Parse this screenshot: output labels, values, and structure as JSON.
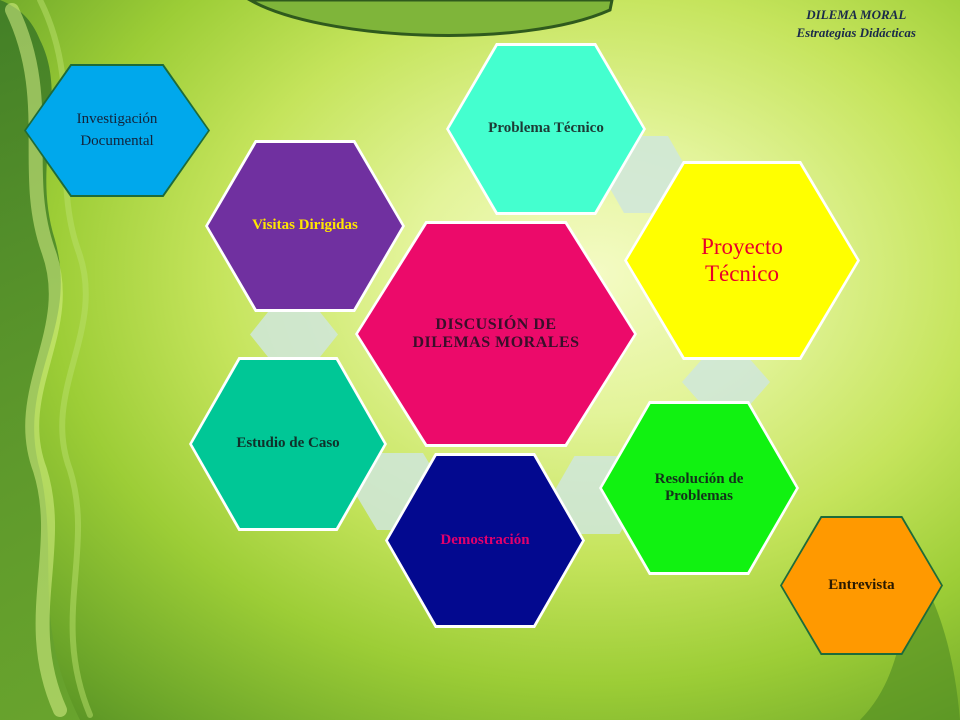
{
  "header": {
    "line1": "DILEMA MORAL",
    "line2": "Estrategias Didácticas"
  },
  "center": {
    "label": "DISCUSIÓN DE DILEMAS MORALES",
    "color": "#ec0a6a",
    "text_color": "#3a0f2a"
  },
  "satellites": [
    {
      "id": "problema-tecnico",
      "label": "Problema Técnico",
      "color": "#44ffcf",
      "text_color": "#1d3a35"
    },
    {
      "id": "proyecto-tecnico",
      "label": "Proyecto Técnico",
      "color": "#ffff00",
      "text_color": "#e8002a"
    },
    {
      "id": "resolucion-problemas",
      "label": "Resolución de Problemas",
      "color": "#11f211",
      "text_color": "#13331a"
    },
    {
      "id": "demostracion",
      "label": "Demostración",
      "color": "#03098f",
      "text_color": "#e2006c"
    },
    {
      "id": "estudio-caso",
      "label": "Estudio de Caso",
      "color": "#00c796",
      "text_color": "#10302a"
    },
    {
      "id": "visitas-dirigidas",
      "label": "Visitas Dirigidas",
      "color": "#7030a0",
      "text_color": "#ffe600"
    }
  ],
  "extras": [
    {
      "id": "investigacion-documental",
      "label": "Investigación Documental",
      "color": "#00a8ec",
      "border": "#1d6b3a",
      "text_color": "#13233a"
    },
    {
      "id": "entrevista",
      "label": "Entrevista",
      "color": "#ff9900",
      "border": "#1d6b3a",
      "text_color": "#2a1a00"
    }
  ]
}
